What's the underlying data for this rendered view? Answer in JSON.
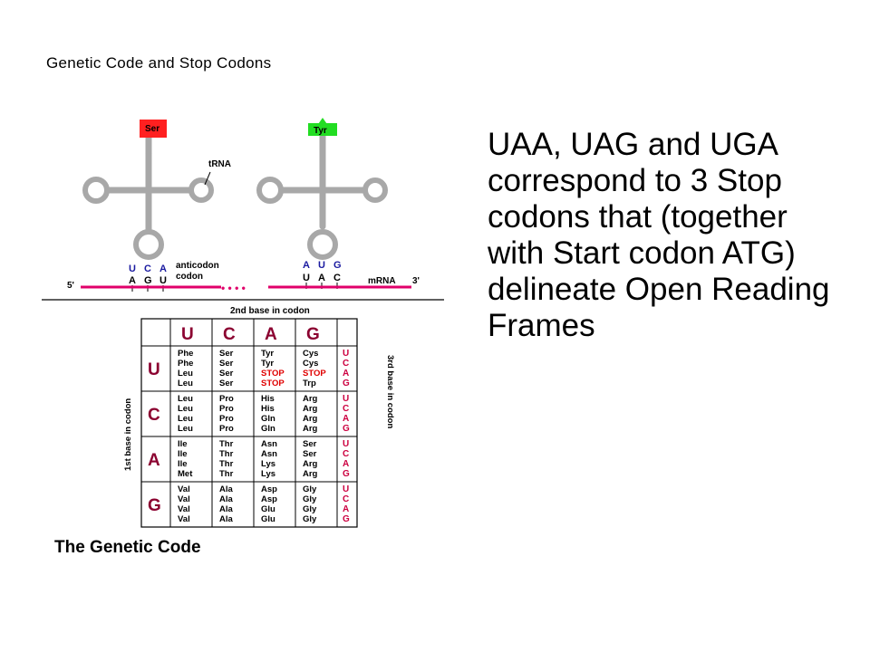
{
  "slide": {
    "title": "Genetic Code and Stop Codons",
    "body": "UAA, UAG and UGA correspond to 3 Stop codons that (together with Start codon ATG) delineate Open Reading Frames"
  },
  "figure": {
    "caption": "The Genetic Code",
    "colors": {
      "ser_box": "#ff2020",
      "tyr_box": "#22dd22",
      "mrna": "#e0006a",
      "bases": "#1a1aa0",
      "third_base": "#cc0040",
      "stop": "#e00000"
    },
    "trna": {
      "left_aa": "Ser",
      "right_aa": "Tyr",
      "trna_label": "tRNA",
      "anticodon_label_1": "anticodon",
      "anticodon_label_2": "codon",
      "left_anticodon": [
        "U",
        "C",
        "A"
      ],
      "left_codon": [
        "A",
        "G",
        "U"
      ],
      "right_anticodon": [
        "A",
        "U",
        "G"
      ],
      "right_codon": [
        "U",
        "A",
        "C"
      ],
      "five_prime": "5'",
      "mrna_label": "mRNA",
      "three_prime": "3'",
      "dots": "• • • •"
    },
    "table": {
      "second_base_label": "2nd base in codon",
      "first_base_label": "1st base in codon",
      "third_base_label": "3rd base in codon",
      "second_bases": [
        "U",
        "C",
        "A",
        "G"
      ],
      "first_bases": [
        "U",
        "C",
        "A",
        "G"
      ],
      "third_bases": [
        "U",
        "C",
        "A",
        "G"
      ],
      "cells": [
        [
          [
            "Phe",
            "Phe",
            "Leu",
            "Leu"
          ],
          [
            "Ser",
            "Ser",
            "Ser",
            "Ser"
          ],
          [
            "Tyr",
            "Tyr",
            "STOP",
            "STOP"
          ],
          [
            "Cys",
            "Cys",
            "STOP",
            "Trp"
          ]
        ],
        [
          [
            "Leu",
            "Leu",
            "Leu",
            "Leu"
          ],
          [
            "Pro",
            "Pro",
            "Pro",
            "Pro"
          ],
          [
            "His",
            "His",
            "Gln",
            "Gln"
          ],
          [
            "Arg",
            "Arg",
            "Arg",
            "Arg"
          ]
        ],
        [
          [
            "Ile",
            "Ile",
            "Ile",
            "Met"
          ],
          [
            "Thr",
            "Thr",
            "Thr",
            "Thr"
          ],
          [
            "Asn",
            "Asn",
            "Lys",
            "Lys"
          ],
          [
            "Ser",
            "Ser",
            "Arg",
            "Arg"
          ]
        ],
        [
          [
            "Val",
            "Val",
            "Val",
            "Val"
          ],
          [
            "Ala",
            "Ala",
            "Ala",
            "Ala"
          ],
          [
            "Asp",
            "Asp",
            "Glu",
            "Glu"
          ],
          [
            "Gly",
            "Gly",
            "Gly",
            "Gly"
          ]
        ]
      ]
    }
  }
}
